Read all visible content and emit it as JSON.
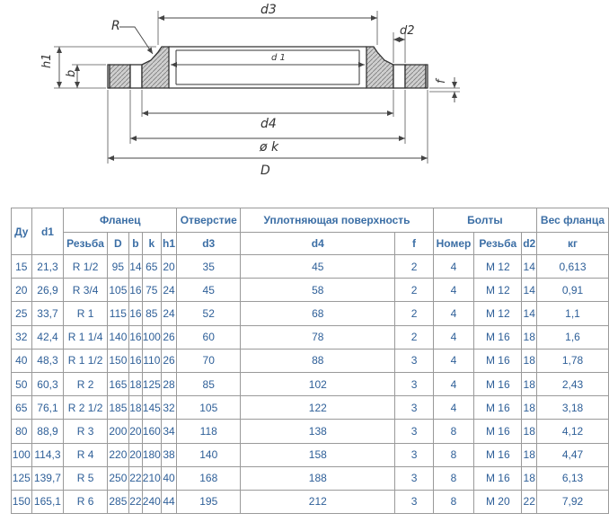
{
  "drawing": {
    "labels": {
      "d3": "d3",
      "d1": "d 1",
      "d2": "d2",
      "d4": "d4",
      "k": "ø k",
      "D": "D",
      "R": "R",
      "h1": "h1",
      "b": "b",
      "f": "f"
    }
  },
  "table": {
    "group_headers": {
      "du": "Ду",
      "d1": "d1",
      "flange": "Фланец",
      "hole": "Отверстие",
      "sealing": "Уплотняющая поверхность",
      "bolts": "Болты",
      "weight": "Вес фланца"
    },
    "sub_headers": {
      "thread": "Резьба",
      "D": "D",
      "b": "b",
      "k": "k",
      "h1": "h1",
      "d3": "d3",
      "d4": "d4",
      "f": "f",
      "number": "Номер",
      "bolt_thread": "Резьба",
      "d2": "d2",
      "kg": "кг"
    },
    "rows": [
      [
        "15",
        "21,3",
        "R 1/2",
        "95",
        "14",
        "65",
        "20",
        "35",
        "45",
        "2",
        "4",
        "M 12",
        "14",
        "0,613"
      ],
      [
        "20",
        "26,9",
        "R 3/4",
        "105",
        "16",
        "75",
        "24",
        "45",
        "58",
        "2",
        "4",
        "M 12",
        "14",
        "0,91"
      ],
      [
        "25",
        "33,7",
        "R 1",
        "115",
        "16",
        "85",
        "24",
        "52",
        "68",
        "2",
        "4",
        "M 12",
        "14",
        "1,1"
      ],
      [
        "32",
        "42,4",
        "R 1 1/4",
        "140",
        "16",
        "100",
        "26",
        "60",
        "78",
        "2",
        "4",
        "M 16",
        "18",
        "1,6"
      ],
      [
        "40",
        "48,3",
        "R 1 1/2",
        "150",
        "16",
        "110",
        "26",
        "70",
        "88",
        "3",
        "4",
        "M 16",
        "18",
        "1,78"
      ],
      [
        "50",
        "60,3",
        "R 2",
        "165",
        "18",
        "125",
        "28",
        "85",
        "102",
        "3",
        "4",
        "M 16",
        "18",
        "2,43"
      ],
      [
        "65",
        "76,1",
        "R 2 1/2",
        "185",
        "18",
        "145",
        "32",
        "105",
        "122",
        "3",
        "4",
        "M 16",
        "18",
        "3,18"
      ],
      [
        "80",
        "88,9",
        "R 3",
        "200",
        "20",
        "160",
        "34",
        "118",
        "138",
        "3",
        "8",
        "M 16",
        "18",
        "4,12"
      ],
      [
        "100",
        "114,3",
        "R 4",
        "220",
        "20",
        "180",
        "38",
        "140",
        "158",
        "3",
        "8",
        "M 16",
        "18",
        "4,47"
      ],
      [
        "125",
        "139,7",
        "R 5",
        "250",
        "22",
        "210",
        "40",
        "168",
        "188",
        "3",
        "8",
        "M 16",
        "18",
        "6,13"
      ],
      [
        "150",
        "165,1",
        "R 6",
        "285",
        "22",
        "240",
        "44",
        "195",
        "212",
        "3",
        "8",
        "M 20",
        "22",
        "7,92"
      ]
    ]
  }
}
